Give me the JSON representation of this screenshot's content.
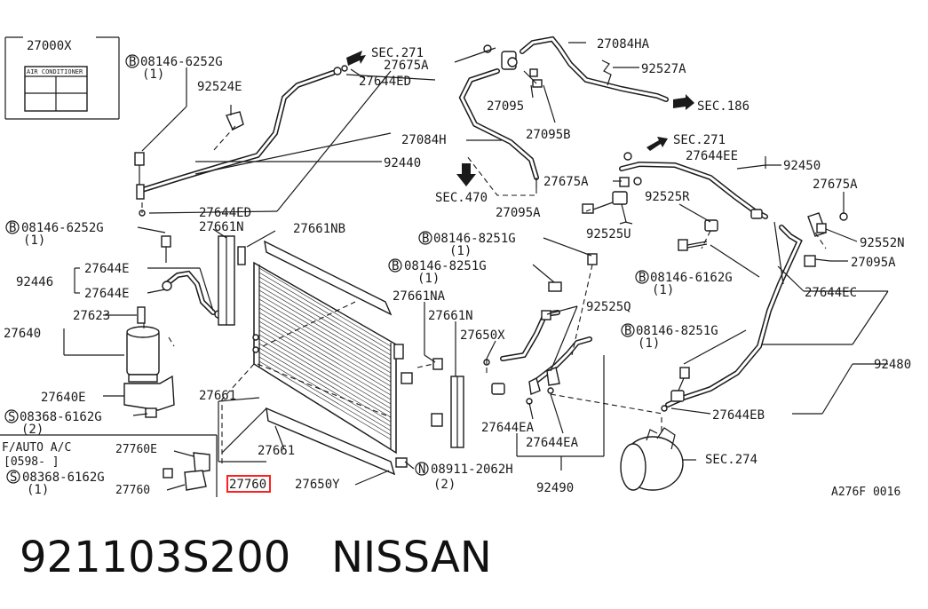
{
  "caption": "921103S200   NISSAN",
  "diagram_code": "A276F 0016",
  "kit": {
    "code": "27000X",
    "label_text": "AIR CONDITIONER"
  },
  "sec_refs": {
    "sec271_top": "SEC.271",
    "sec186": "SEC.186",
    "sec271_right": "SEC.271",
    "sec470": "SEC.470",
    "sec274": "SEC.274"
  },
  "bolts": {
    "b1": {
      "glyph": "B",
      "code": "08146-6252G",
      "qty": "(1)"
    },
    "b2": {
      "glyph": "B",
      "code": "08146-6252G",
      "qty": "(1)"
    },
    "b3": {
      "glyph": "B",
      "code": "08146-8251G",
      "qty": "(1)"
    },
    "b4": {
      "glyph": "B",
      "code": "08146-8251G",
      "qty": "(1)"
    },
    "b5": {
      "glyph": "B",
      "code": "08146-6162G",
      "qty": "(1)"
    },
    "b6": {
      "glyph": "B",
      "code": "08146-8251G",
      "qty": "(1)"
    },
    "s1": {
      "glyph": "S",
      "code": "08368-6162G",
      "qty": "(2)"
    },
    "s2": {
      "glyph": "S",
      "code": "08368-6162G",
      "qty": "(1)"
    },
    "n1": {
      "glyph": "N",
      "code": "08911-2062H",
      "qty": "(2)"
    }
  },
  "parts": {
    "p27084HA": "27084HA",
    "p27675A_top": "27675A",
    "p27644ED_top": "27644ED",
    "p92527A": "92527A",
    "p92524E": "92524E",
    "p27095": "27095",
    "p27095B": "27095B",
    "p27084H": "27084H",
    "p92440": "92440",
    "p27644ED_mid": "27644ED",
    "p27661N_left": "27661N",
    "p27661NB": "27661NB",
    "p27644EE": "27644EE",
    "p92450": "92450",
    "p27675A_mid": "27675A",
    "p92525R": "92525R",
    "p27675A_right": "27675A",
    "p27095A_mid": "27095A",
    "p92525U": "92525U",
    "p92552N": "92552N",
    "p27095A_right": "27095A",
    "p27644E_1": "27644E",
    "p92446": "92446",
    "p27644E_2": "27644E",
    "p27623": "27623",
    "p27640": "27640",
    "p27640E": "27640E",
    "p27661NA": "27661NA",
    "p27661N_mid": "27661N",
    "p27650X": "27650X",
    "p92525Q": "92525Q",
    "p27644EC": "27644EC",
    "p92480": "92480",
    "p27661_left": "27661",
    "p27644EA_1": "27644EA",
    "p27644EA_2": "27644EA",
    "p27644EB": "27644EB",
    "p27661_bottom": "27661",
    "p27760_highlight": "27760",
    "p27650Y": "27650Y",
    "p92490": "92490"
  },
  "inset": {
    "title": "F/AUTO A/C",
    "date": "[0598-     ]",
    "p27760E": "27760E",
    "p27760": "27760"
  },
  "highlight_color": "#ff2020"
}
